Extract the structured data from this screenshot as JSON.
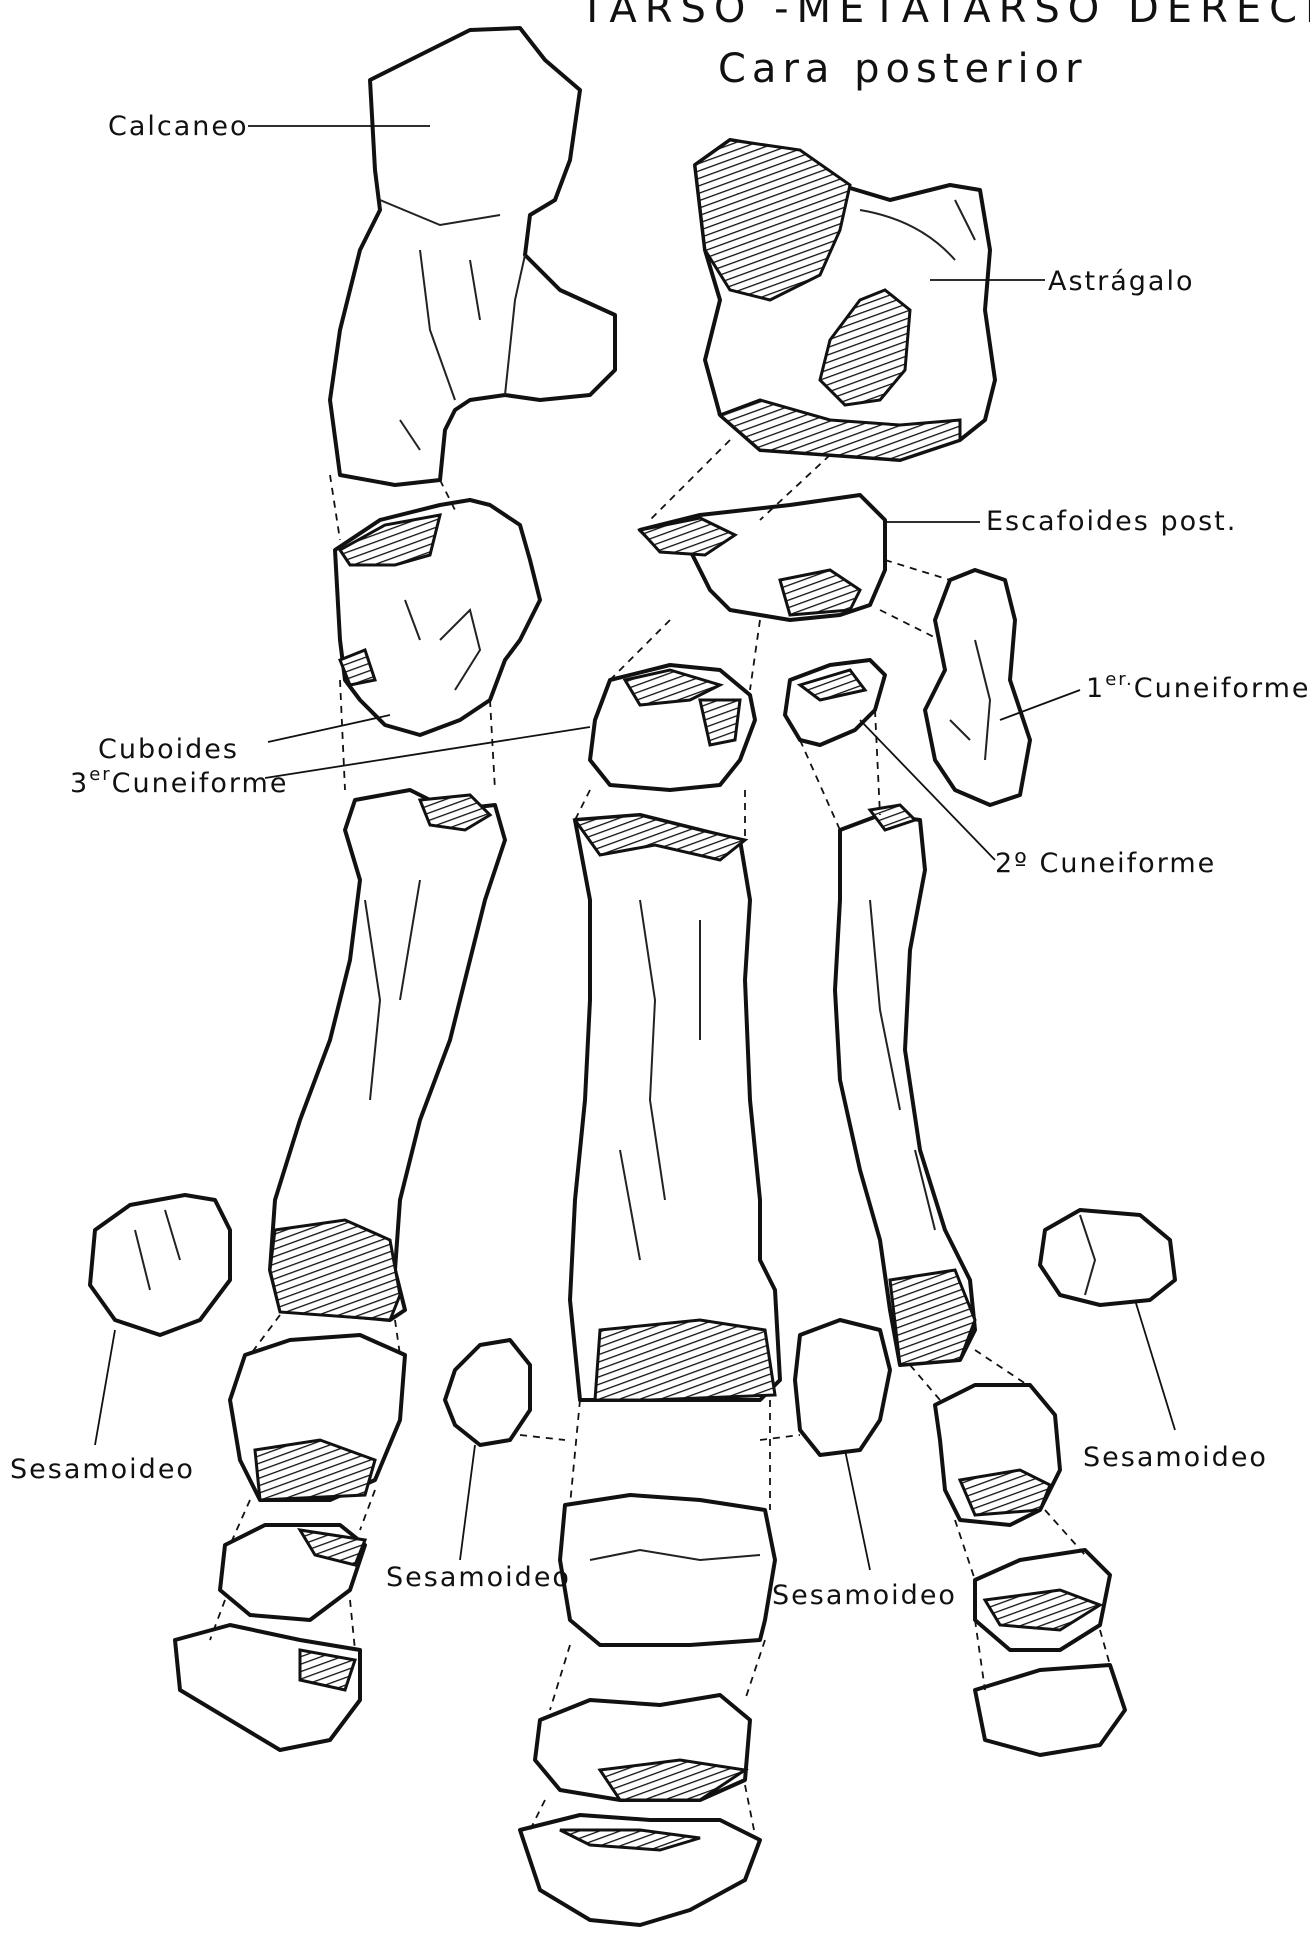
{
  "title": "TARSO -METATARSO DERECHOS",
  "subtitle": "Cara posterior",
  "labels": {
    "calcaneo": "Calcaneo",
    "astragalo": "Astrágalo",
    "escafoides": "Escafoides post.",
    "cuboides": "Cuboides",
    "cuneiforme3_num": "3",
    "cuneiforme3_sup": "er",
    "cuneiforme3_text": "Cuneiforme",
    "cuneiforme1_num": "1",
    "cuneiforme1_sup": "er.",
    "cuneiforme1_text": "Cuneiforme",
    "cuneiforme2": "2º Cuneiforme",
    "sesamoideo_1": "Sesamoideo",
    "sesamoideo_2": "Sesamoideo",
    "sesamoideo_3": "Sesamoideo",
    "sesamoideo_4": "Sesamoideo"
  },
  "colors": {
    "ink": "#111111",
    "paper": "#ffffff"
  }
}
